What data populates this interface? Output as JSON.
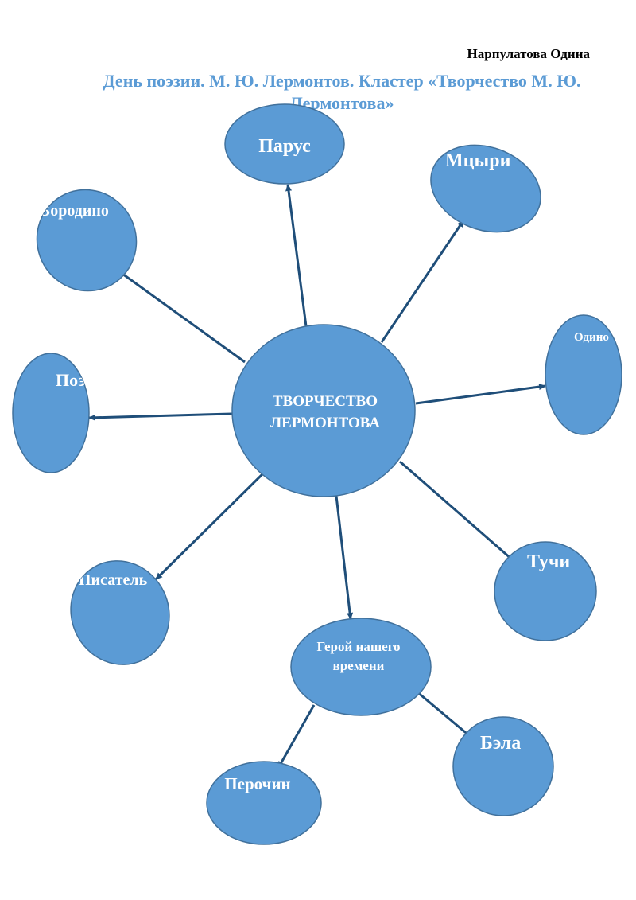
{
  "header": {
    "author": "Нарпулатова Одина",
    "title": "День поэзии. М. Ю. Лермонтов. Кластер «Творчество М. Ю. Лермонтова»"
  },
  "diagram": {
    "center": {
      "line1": "ТВОРЧЕСТВО",
      "line2": "ЛЕРМОНТОВА"
    },
    "nodes": {
      "parus": "Парус",
      "mtsyri": "Мцыри",
      "borodino": "Бородино",
      "odinochestvo": "Одино",
      "poet": "Поэт",
      "tuchi": "Тучи",
      "pisatel": "Писатель",
      "geroy_line1": "Герой нашего",
      "geroy_line2": "времени",
      "pechorin": "Перочин",
      "bela": "Бэла"
    },
    "colors": {
      "fill": "#5b9bd5",
      "stroke": "#41719c",
      "arrow": "#1f4e79",
      "title": "#5b9bd5"
    }
  }
}
